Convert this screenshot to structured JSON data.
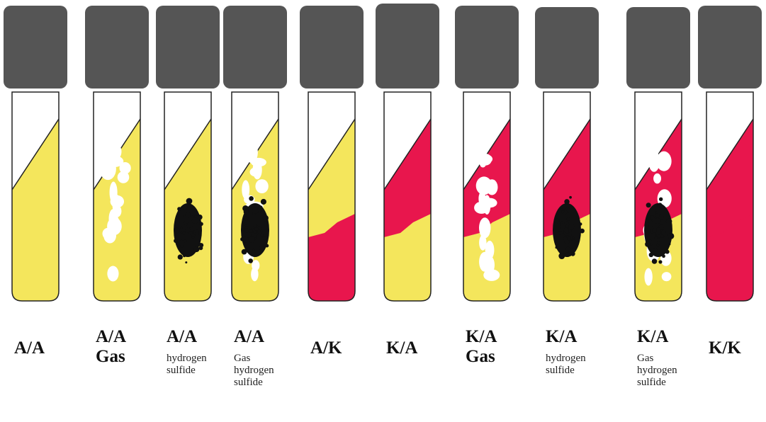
{
  "colors": {
    "cap": "#555555",
    "yellow": "#f4e65c",
    "red": "#e8164d",
    "black": "#111111",
    "gas": "#ffffff",
    "outline": "#222222"
  },
  "tubes": [
    {
      "id": "aa",
      "slant": "yellow",
      "butt": "yellow",
      "gas": false,
      "h2s": false,
      "result": "A/A",
      "notes": []
    },
    {
      "id": "aa-gas",
      "slant": "yellow",
      "butt": "yellow",
      "gas": true,
      "h2s": false,
      "result": "A/A",
      "notes": [
        "Gas"
      ]
    },
    {
      "id": "aa-h2s",
      "slant": "yellow",
      "butt": "yellow",
      "gas": false,
      "h2s": true,
      "result": "A/A",
      "notes": [
        "hydrogen",
        "sulfide"
      ]
    },
    {
      "id": "aa-gas-h2s",
      "slant": "yellow",
      "butt": "yellow",
      "gas": true,
      "h2s": true,
      "result": "A/A",
      "notes": [
        "Gas",
        "hydrogen",
        "sulfide"
      ]
    },
    {
      "id": "ak",
      "slant": "yellow",
      "butt": "red",
      "gas": false,
      "h2s": false,
      "result": "A/K",
      "notes": []
    },
    {
      "id": "ka",
      "slant": "red",
      "butt": "yellow",
      "gas": false,
      "h2s": false,
      "result": "K/A",
      "notes": []
    },
    {
      "id": "ka-gas",
      "slant": "red",
      "butt": "yellow",
      "gas": true,
      "h2s": false,
      "result": "K/A",
      "notes": [
        "Gas"
      ]
    },
    {
      "id": "ka-h2s",
      "slant": "red",
      "butt": "yellow",
      "gas": false,
      "h2s": true,
      "result": "K/A",
      "notes": [
        "hydrogen",
        "sulfide"
      ]
    },
    {
      "id": "ka-gas-h2s",
      "slant": "red",
      "butt": "yellow",
      "gas": true,
      "h2s": true,
      "result": "K/A",
      "notes": [
        "Gas",
        "hydrogen",
        "sulfide"
      ]
    },
    {
      "id": "kk",
      "slant": "red",
      "butt": "red",
      "gas": false,
      "h2s": false,
      "result": "K/K",
      "notes": []
    }
  ]
}
